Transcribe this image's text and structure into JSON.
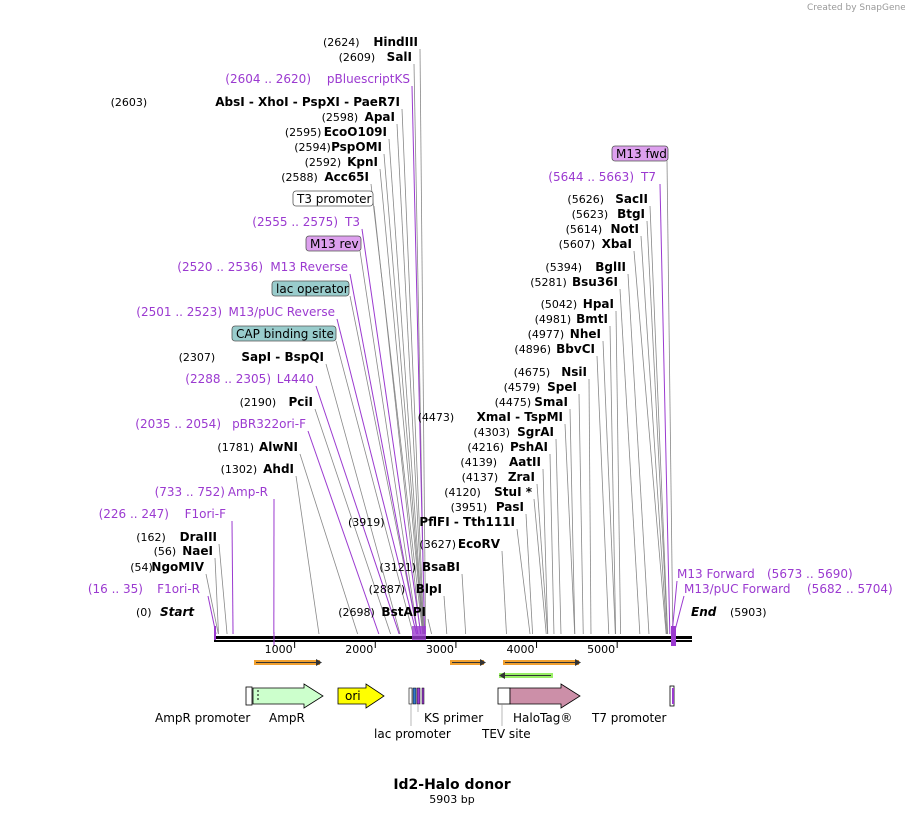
{
  "credit": "Created by SnapGene",
  "map": {
    "name": "Id2-Halo donor",
    "length_label": "5903 bp",
    "length_bp": 5903,
    "start_label": "Start",
    "start_pos": "(0)",
    "end_label": "End",
    "end_pos": "(5903)",
    "ticks": [
      "1000",
      "2000",
      "3000",
      "4000",
      "5000"
    ]
  },
  "sites": [
    {
      "pos": "(2624)",
      "names": [
        "HindIII"
      ]
    },
    {
      "pos": "(2609)",
      "names": [
        "SalI"
      ]
    },
    {
      "pos": "(2603)",
      "names": [
        "AbsI",
        "XhoI",
        "PspXI",
        "PaeR7I"
      ]
    },
    {
      "pos": "(2598)",
      "names": [
        "ApaI"
      ]
    },
    {
      "pos": "(2595)",
      "names": [
        "EcoO109I"
      ]
    },
    {
      "pos": "(2594)",
      "names": [
        "PspOMI"
      ]
    },
    {
      "pos": "(2592)",
      "names": [
        "KpnI"
      ]
    },
    {
      "pos": "(2588)",
      "names": [
        "Acc65I"
      ]
    },
    {
      "pos": "(2307)",
      "names": [
        "SapI",
        "BspQI"
      ]
    },
    {
      "pos": "(2190)",
      "names": [
        "PciI"
      ]
    },
    {
      "pos": "(1781)",
      "names": [
        "AlwNI"
      ]
    },
    {
      "pos": "(1302)",
      "names": [
        "AhdI"
      ]
    },
    {
      "pos": "(162)",
      "names": [
        "DraIII"
      ]
    },
    {
      "pos": "(56)",
      "names": [
        "NaeI"
      ]
    },
    {
      "pos": "(54)",
      "names": [
        "NgoMIV"
      ]
    },
    {
      "pos": "(2698)",
      "names": [
        "BstAPI"
      ]
    },
    {
      "pos": "(2887)",
      "names": [
        "BlpI"
      ]
    },
    {
      "pos": "(3121)",
      "names": [
        "BsaBI"
      ]
    },
    {
      "pos": "(3627)",
      "names": [
        "EcoRV"
      ]
    },
    {
      "pos": "(3919)",
      "names": [
        "PflFI",
        "Tth111I"
      ]
    },
    {
      "pos": "(3951)",
      "names": [
        "PasI"
      ]
    },
    {
      "pos": "(4120)",
      "names": [
        "StuI *"
      ]
    },
    {
      "pos": "(4137)",
      "names": [
        "ZraI"
      ]
    },
    {
      "pos": "(4139)",
      "names": [
        "AatII"
      ]
    },
    {
      "pos": "(4216)",
      "names": [
        "PshAI"
      ]
    },
    {
      "pos": "(4303)",
      "names": [
        "SgrAI"
      ]
    },
    {
      "pos": "(4473)",
      "names": [
        "XmaI",
        "TspMI"
      ]
    },
    {
      "pos": "(4475)",
      "names": [
        "SmaI"
      ]
    },
    {
      "pos": "(4579)",
      "names": [
        "SpeI"
      ]
    },
    {
      "pos": "(4675)",
      "names": [
        "NsiI"
      ]
    },
    {
      "pos": "(4896)",
      "names": [
        "BbvCI"
      ]
    },
    {
      "pos": "(4977)",
      "names": [
        "NheI"
      ]
    },
    {
      "pos": "(4981)",
      "names": [
        "BmtI"
      ]
    },
    {
      "pos": "(5042)",
      "names": [
        "HpaI"
      ]
    },
    {
      "pos": "(5281)",
      "names": [
        "Bsu36I"
      ]
    },
    {
      "pos": "(5394)",
      "names": [
        "BglII"
      ]
    },
    {
      "pos": "(5607)",
      "names": [
        "XbaI"
      ]
    },
    {
      "pos": "(5614)",
      "names": [
        "NotI"
      ]
    },
    {
      "pos": "(5623)",
      "names": [
        "BtgI"
      ]
    },
    {
      "pos": "(5626)",
      "names": [
        "SacII"
      ]
    }
  ],
  "primers": [
    {
      "range": "(2604 .. 2620)",
      "name": "pBluescriptKS"
    },
    {
      "range": "(2555 .. 2575)",
      "name": "T3"
    },
    {
      "range": "(2520 .. 2536)",
      "name": "M13 Reverse"
    },
    {
      "range": "(2501 .. 2523)",
      "name": "M13/pUC Reverse"
    },
    {
      "range": "(2288 .. 2305)",
      "name": "L4440"
    },
    {
      "range": "(2035 .. 2054)",
      "name": "pBR322ori-F"
    },
    {
      "range": "(733 .. 752)",
      "name": "Amp-R"
    },
    {
      "range": "(226 .. 247)",
      "name": "F1ori-F"
    },
    {
      "range": "(16 .. 35)",
      "name": "F1ori-R"
    },
    {
      "range": "(5644 .. 5663)",
      "name": "T7"
    },
    {
      "range": "(5673 .. 5690)",
      "name": "M13 Forward"
    },
    {
      "range": "(5682 .. 5704)",
      "name": "M13/pUC Forward"
    }
  ],
  "boxed_features": [
    {
      "name": "T3 promoter",
      "style": "white"
    },
    {
      "name": "M13 rev",
      "style": "purple"
    },
    {
      "name": "lac operator",
      "style": "teal"
    },
    {
      "name": "CAP binding site",
      "style": "teal"
    },
    {
      "name": "M13 fwd",
      "style": "purple"
    }
  ],
  "features": {
    "ampr_promoter": "AmpR promoter",
    "ampr": "AmpR",
    "ori": "ori",
    "lac_promoter": "lac promoter",
    "ks_primer": "KS primer",
    "tev_site": "TEV site",
    "halotag": "HaloTag®",
    "t7_promoter": "T7 promoter"
  },
  "colors": {
    "primer": "#9b3ad0",
    "ampr_fill": "#ccffcc",
    "ori_fill": "#ffff00",
    "halotag_fill": "#cc8fa8",
    "orf": "#f0a030",
    "boxed_purple": "#dda0ee",
    "boxed_teal": "#99cccc"
  }
}
